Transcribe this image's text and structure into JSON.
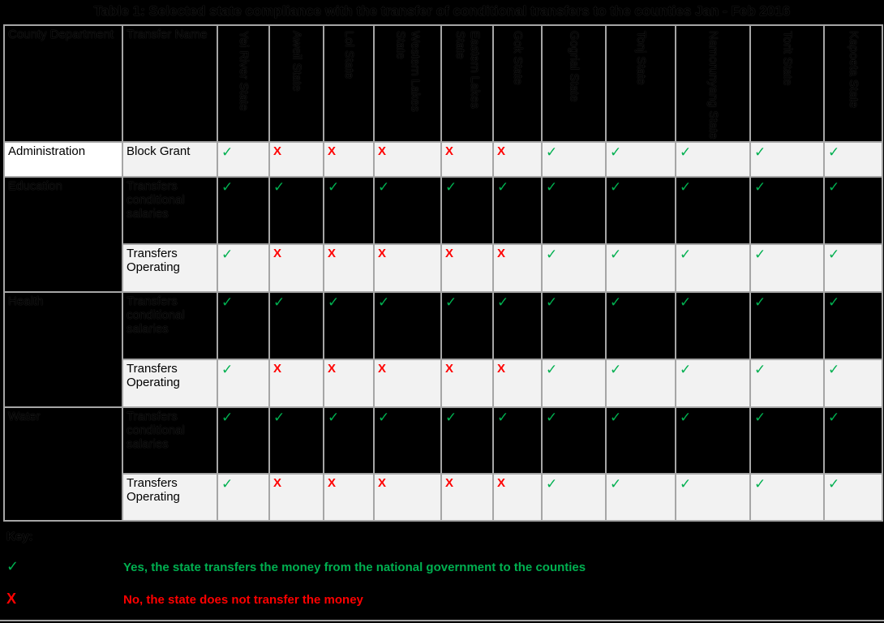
{
  "title": "Table 1: Selected state compliance with the transfer of conditional transfers to the counties Jan - Feb 2016",
  "table": {
    "corner_headers": [
      "County Department",
      "Transfer Name"
    ],
    "state_columns": [
      "Yei River State",
      "Aweil State",
      "Lol State",
      "Western Lakes State",
      "Eastern Lakes State",
      "Gok State",
      "Gogrial State",
      "Tonj State",
      "Namorunyang State",
      "Torit State",
      "Kapoeta State"
    ],
    "rows": [
      {
        "department": "Administration",
        "rowspan": 1,
        "transfer": "Block Grant",
        "marks": [
          "✓",
          "X",
          "X",
          "X",
          "X",
          "X",
          "✓",
          "✓",
          "✓",
          "✓",
          "✓"
        ],
        "shaded": true
      },
      {
        "department": "Education",
        "rowspan": 2,
        "transfer": "Transfers conditional salaries",
        "marks": [
          "✓",
          "✓",
          "✓",
          "✓",
          "✓",
          "✓",
          "✓",
          "✓",
          "✓",
          "✓",
          "✓"
        ],
        "shaded": false
      },
      {
        "transfer": "Transfers Operating",
        "marks": [
          "✓",
          "X",
          "X",
          "X",
          "X",
          "X",
          "✓",
          "✓",
          "✓",
          "✓",
          "✓"
        ],
        "shaded": true
      },
      {
        "department": "Health",
        "rowspan": 2,
        "transfer": "Transfers conditional salaries",
        "marks": [
          "✓",
          "✓",
          "✓",
          "✓",
          "✓",
          "✓",
          "✓",
          "✓",
          "✓",
          "✓",
          "✓"
        ],
        "shaded": false
      },
      {
        "transfer": "Transfers Operating",
        "marks": [
          "✓",
          "X",
          "X",
          "X",
          "X",
          "X",
          "✓",
          "✓",
          "✓",
          "✓",
          "✓"
        ],
        "shaded": true
      },
      {
        "department": "Water",
        "rowspan": 2,
        "transfer": "Transfers conditional salaries",
        "marks": [
          "✓",
          "✓",
          "✓",
          "✓",
          "✓",
          "✓",
          "✓",
          "✓",
          "✓",
          "✓",
          "✓"
        ],
        "shaded": false
      },
      {
        "transfer": "Transfers Operating",
        "marks": [
          "✓",
          "X",
          "X",
          "X",
          "X",
          "X",
          "✓",
          "✓",
          "✓",
          "✓",
          "✓"
        ],
        "shaded": true
      }
    ]
  },
  "key": {
    "label": "Key:",
    "entries": [
      {
        "mark": "✓",
        "type": "yes",
        "text": "Yes, the state transfers the money from the national government to the counties"
      },
      {
        "mark": "X",
        "type": "no",
        "text": "No, the state does not transfer the money"
      }
    ]
  },
  "colors": {
    "yes_green": "#00B050",
    "no_red": "#FF0000",
    "shaded_row": "#F2F2F2",
    "admin_cell": "#FFFFFF",
    "grid_line": "#A6A6A6",
    "background": "#000000"
  }
}
